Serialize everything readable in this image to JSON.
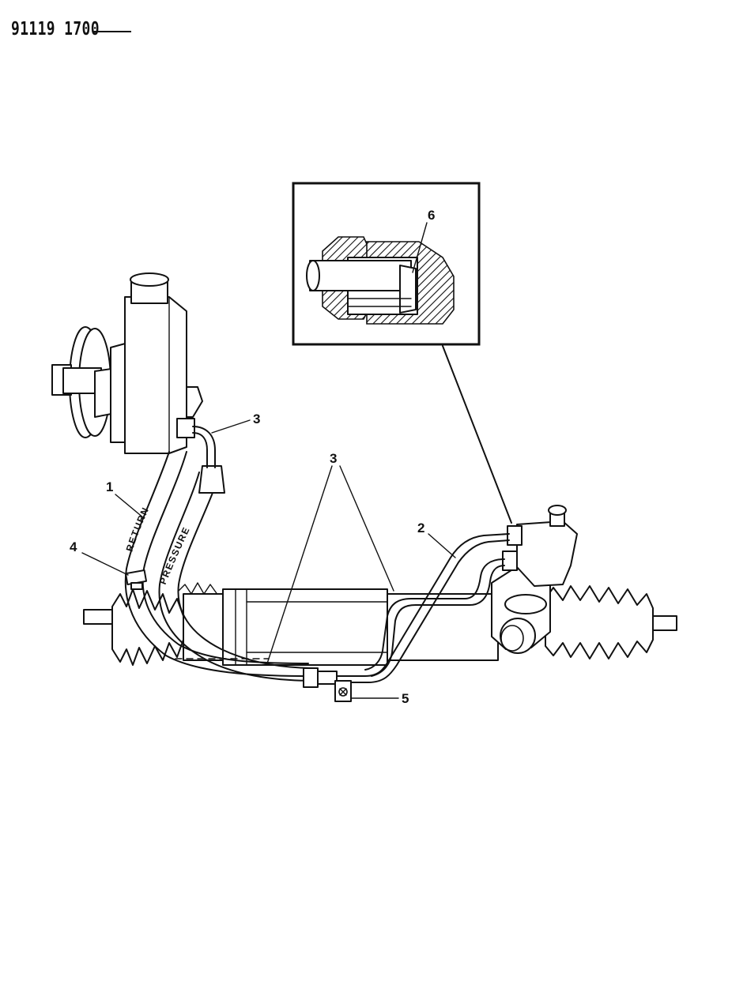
{
  "document": {
    "code": "91119 1700"
  },
  "hose_labels": {
    "return": "RETURN",
    "pressure": "PRESSURE"
  },
  "callouts": [
    {
      "id": "1",
      "label": "1"
    },
    {
      "id": "2",
      "label": "2"
    },
    {
      "id": "3a",
      "label": "3"
    },
    {
      "id": "3b",
      "label": "3"
    },
    {
      "id": "4",
      "label": "4"
    },
    {
      "id": "5",
      "label": "5"
    },
    {
      "id": "6",
      "label": "6"
    }
  ],
  "icons": {
    "pump": "power-steering-pump-icon",
    "rack": "steering-rack-icon",
    "detail": "fitting-cross-section-icon"
  }
}
